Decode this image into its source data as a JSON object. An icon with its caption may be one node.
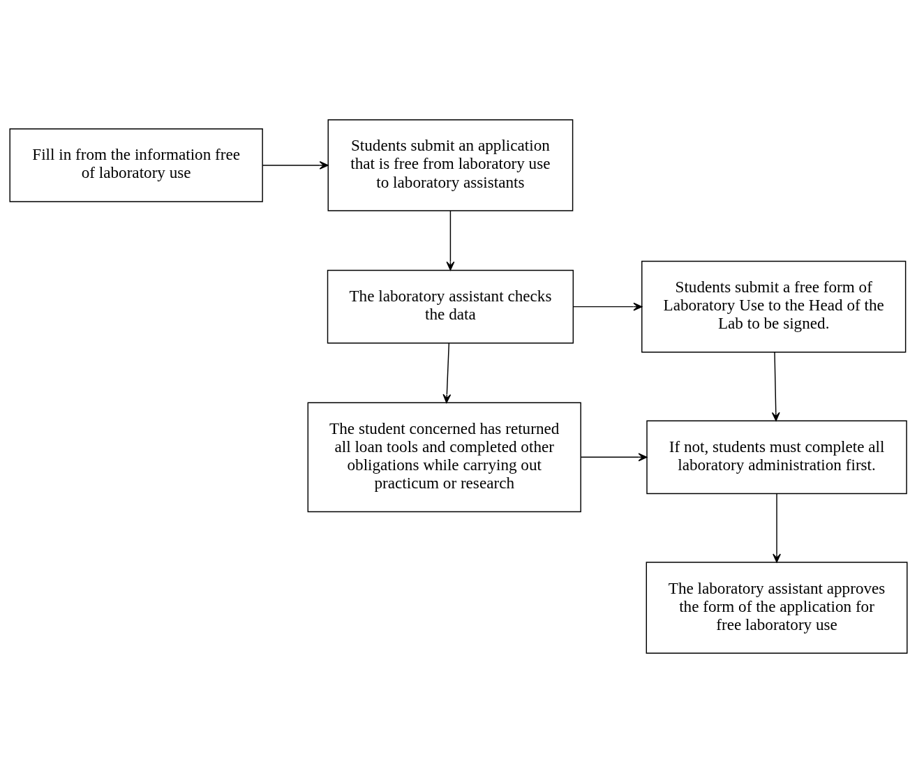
{
  "diagram": {
    "nodes": [
      {
        "text": [
          "Fill in from the information free of laboratory use"
        ]
      },
      {
        "text": [
          "Students submit an application that is free from laboratory use to laboratory assistants"
        ]
      },
      {
        "text": [
          "The laboratory assistant checks the data"
        ]
      },
      {
        "text": [
          "Students submit a free form of Laboratory Use to the Head of the Lab to be signed."
        ]
      },
      {
        "text": [
          "The student concerned has returned all loan tools and completed other obligations while carrying out practicum or research"
        ]
      },
      {
        "text": [
          "If not, students must complete all laboratory administration first."
        ]
      },
      {
        "text": [
          "The laboratory assistant approves the form of the application for free laboratory use"
        ]
      }
    ],
    "edges": [
      {
        "from": 0,
        "to": 1,
        "arrow": "to"
      },
      {
        "from": 1,
        "to": 2,
        "arrow": "to"
      },
      {
        "from": 2,
        "to": 3,
        "arrow": "to"
      },
      {
        "from": 2,
        "to": 4,
        "arrow": "to"
      },
      {
        "from": 3,
        "to": 5,
        "arrow": "to"
      },
      {
        "from": 4,
        "to": 5,
        "arrow": "to"
      },
      {
        "from": 5,
        "to": 6,
        "arrow": "to"
      }
    ]
  }
}
